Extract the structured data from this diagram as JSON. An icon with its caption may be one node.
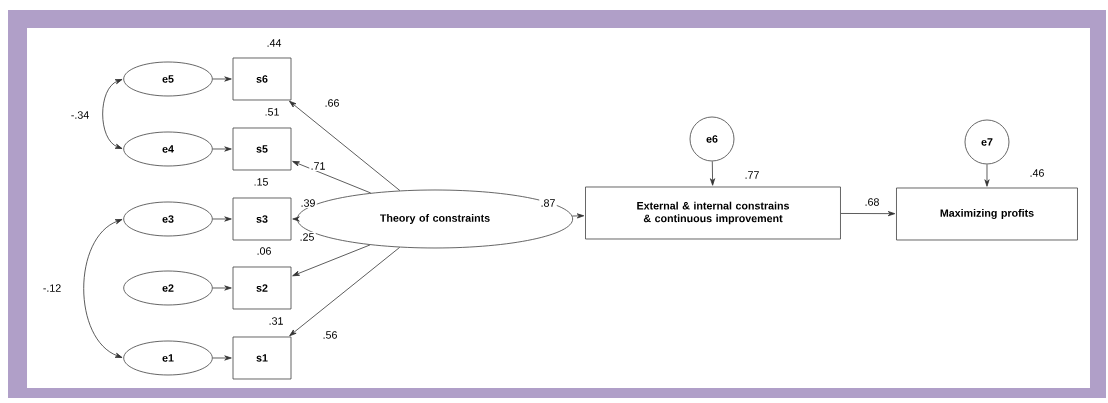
{
  "diagram": {
    "nodes": [
      {
        "text": [
          "e5"
        ]
      },
      {
        "text": [
          "s6"
        ],
        "beside": [
          ".44"
        ]
      },
      {
        "text": [
          "e4"
        ]
      },
      {
        "text": [
          "s5"
        ],
        "beside": [
          ".51"
        ]
      },
      {
        "text": [
          "e3"
        ]
      },
      {
        "text": [
          "s3"
        ],
        "beside": [
          ".15"
        ]
      },
      {
        "text": [
          "e2"
        ]
      },
      {
        "text": [
          "s2"
        ],
        "beside": [
          ".06"
        ]
      },
      {
        "text": [
          "e1"
        ]
      },
      {
        "text": [
          "s1"
        ],
        "beside": [
          ".31"
        ]
      },
      {
        "text": [
          "Theory of constraints"
        ]
      },
      {
        "text": [
          "e6"
        ]
      },
      {
        "text": [
          "External & internal constrains & continuous improvement"
        ],
        "beside": [
          ".77"
        ]
      },
      {
        "text": [
          "e7"
        ]
      },
      {
        "text": [
          "Maximizing profits"
        ],
        "beside": [
          ".46"
        ]
      }
    ],
    "edges": [
      {
        "from": 0,
        "to": 1,
        "arrow": "to"
      },
      {
        "from": 2,
        "to": 3,
        "arrow": "to"
      },
      {
        "from": 4,
        "to": 5,
        "arrow": "to"
      },
      {
        "from": 6,
        "to": 7,
        "arrow": "to"
      },
      {
        "from": 8,
        "to": 9,
        "arrow": "to"
      },
      {
        "from": 0,
        "to": 2,
        "arrow": "both",
        "label": "-.34"
      },
      {
        "from": 4,
        "to": 8,
        "arrow": "both",
        "label": "-.12"
      },
      {
        "from": 10,
        "to": 1,
        "arrow": "to",
        "label": ".66"
      },
      {
        "from": 10,
        "to": 3,
        "arrow": "to",
        "label": ".71"
      },
      {
        "from": 10,
        "to": 5,
        "arrow": "to",
        "label": ".39"
      },
      {
        "from": 10,
        "to": 7,
        "arrow": "to",
        "label": ".25"
      },
      {
        "from": 10,
        "to": 9,
        "arrow": "to",
        "label": ".56"
      },
      {
        "from": 10,
        "to": 12,
        "arrow": "to",
        "label": ".87"
      },
      {
        "from": 11,
        "to": 12,
        "arrow": "to"
      },
      {
        "from": 12,
        "to": 14,
        "arrow": "to",
        "label": ".68"
      },
      {
        "from": 13,
        "to": 14,
        "arrow": "to"
      }
    ]
  }
}
